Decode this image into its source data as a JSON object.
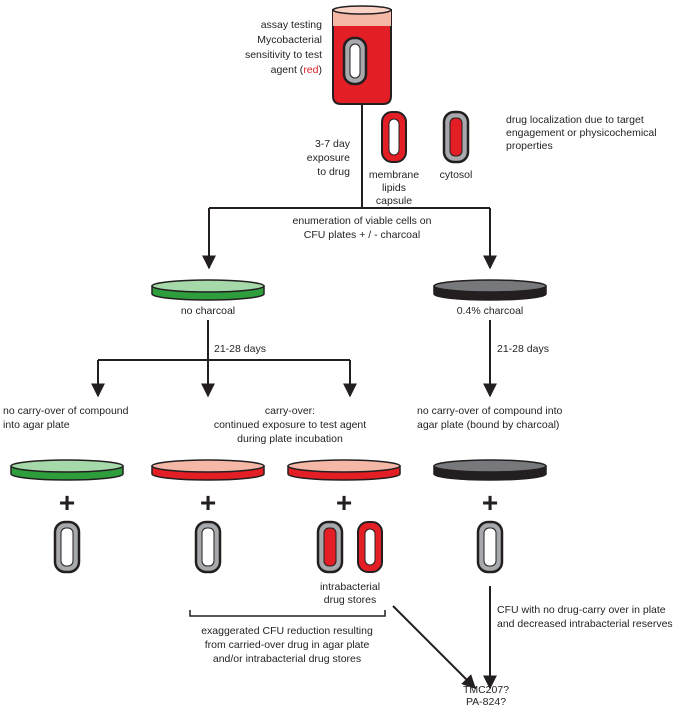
{
  "colors": {
    "drug_red": "#e31e24",
    "salmon_plate": "#f28b7a",
    "green_plate": "#3bb54a",
    "charcoal_plate": "#231f20",
    "cell_gray": "#a7a9ac",
    "text": "#231f20"
  },
  "assay": {
    "line1": "assay testing",
    "line2": "Mycobacterial",
    "line3": "sensitivity to test",
    "line4_prefix": "agent (",
    "line4_red": "red",
    "line4_suffix": ")"
  },
  "localization": {
    "line1": "drug localization due to target",
    "line2": "engagement or physicochemical",
    "line3": "properties",
    "membrane_label": [
      "membrane",
      "lipids",
      "capsule"
    ],
    "cytosol_label": "cytosol"
  },
  "exposure": [
    "3-7 day",
    "exposure",
    "to drug"
  ],
  "enumeration": [
    "enumeration of viable cells on",
    "CFU plates + / - charcoal"
  ],
  "plates": {
    "no_charcoal": "no charcoal",
    "charcoal": "0.4% charcoal"
  },
  "incubation": {
    "left": "21-28 days",
    "right": "21-28 days"
  },
  "outcomes": {
    "no_carry_left": [
      "no carry-over of compound",
      "into agar plate"
    ],
    "carry_over": [
      "carry-over:",
      "continued exposure to test agent",
      "during plate incubation"
    ],
    "no_carry_right": [
      "no carry-over of compound into",
      "agar plate (bound by charcoal)"
    ]
  },
  "plus_sign": "+",
  "intrabacterial": [
    "intrabacterial",
    "drug stores"
  ],
  "exaggerated": [
    "exaggerated CFU reduction resulting",
    "from carried-over drug in agar plate",
    "and/or intrabacterial drug stores"
  ],
  "cfu_no_carry": [
    "CFU with no drug-carry over in plate",
    "and decreased intrabacterial reserves"
  ],
  "compounds": [
    "TMC207?",
    "PA-824?"
  ],
  "icons": [
    "tube-icon",
    "bacterium-cell-icon",
    "agar-plate-icon",
    "arrow-icon"
  ]
}
